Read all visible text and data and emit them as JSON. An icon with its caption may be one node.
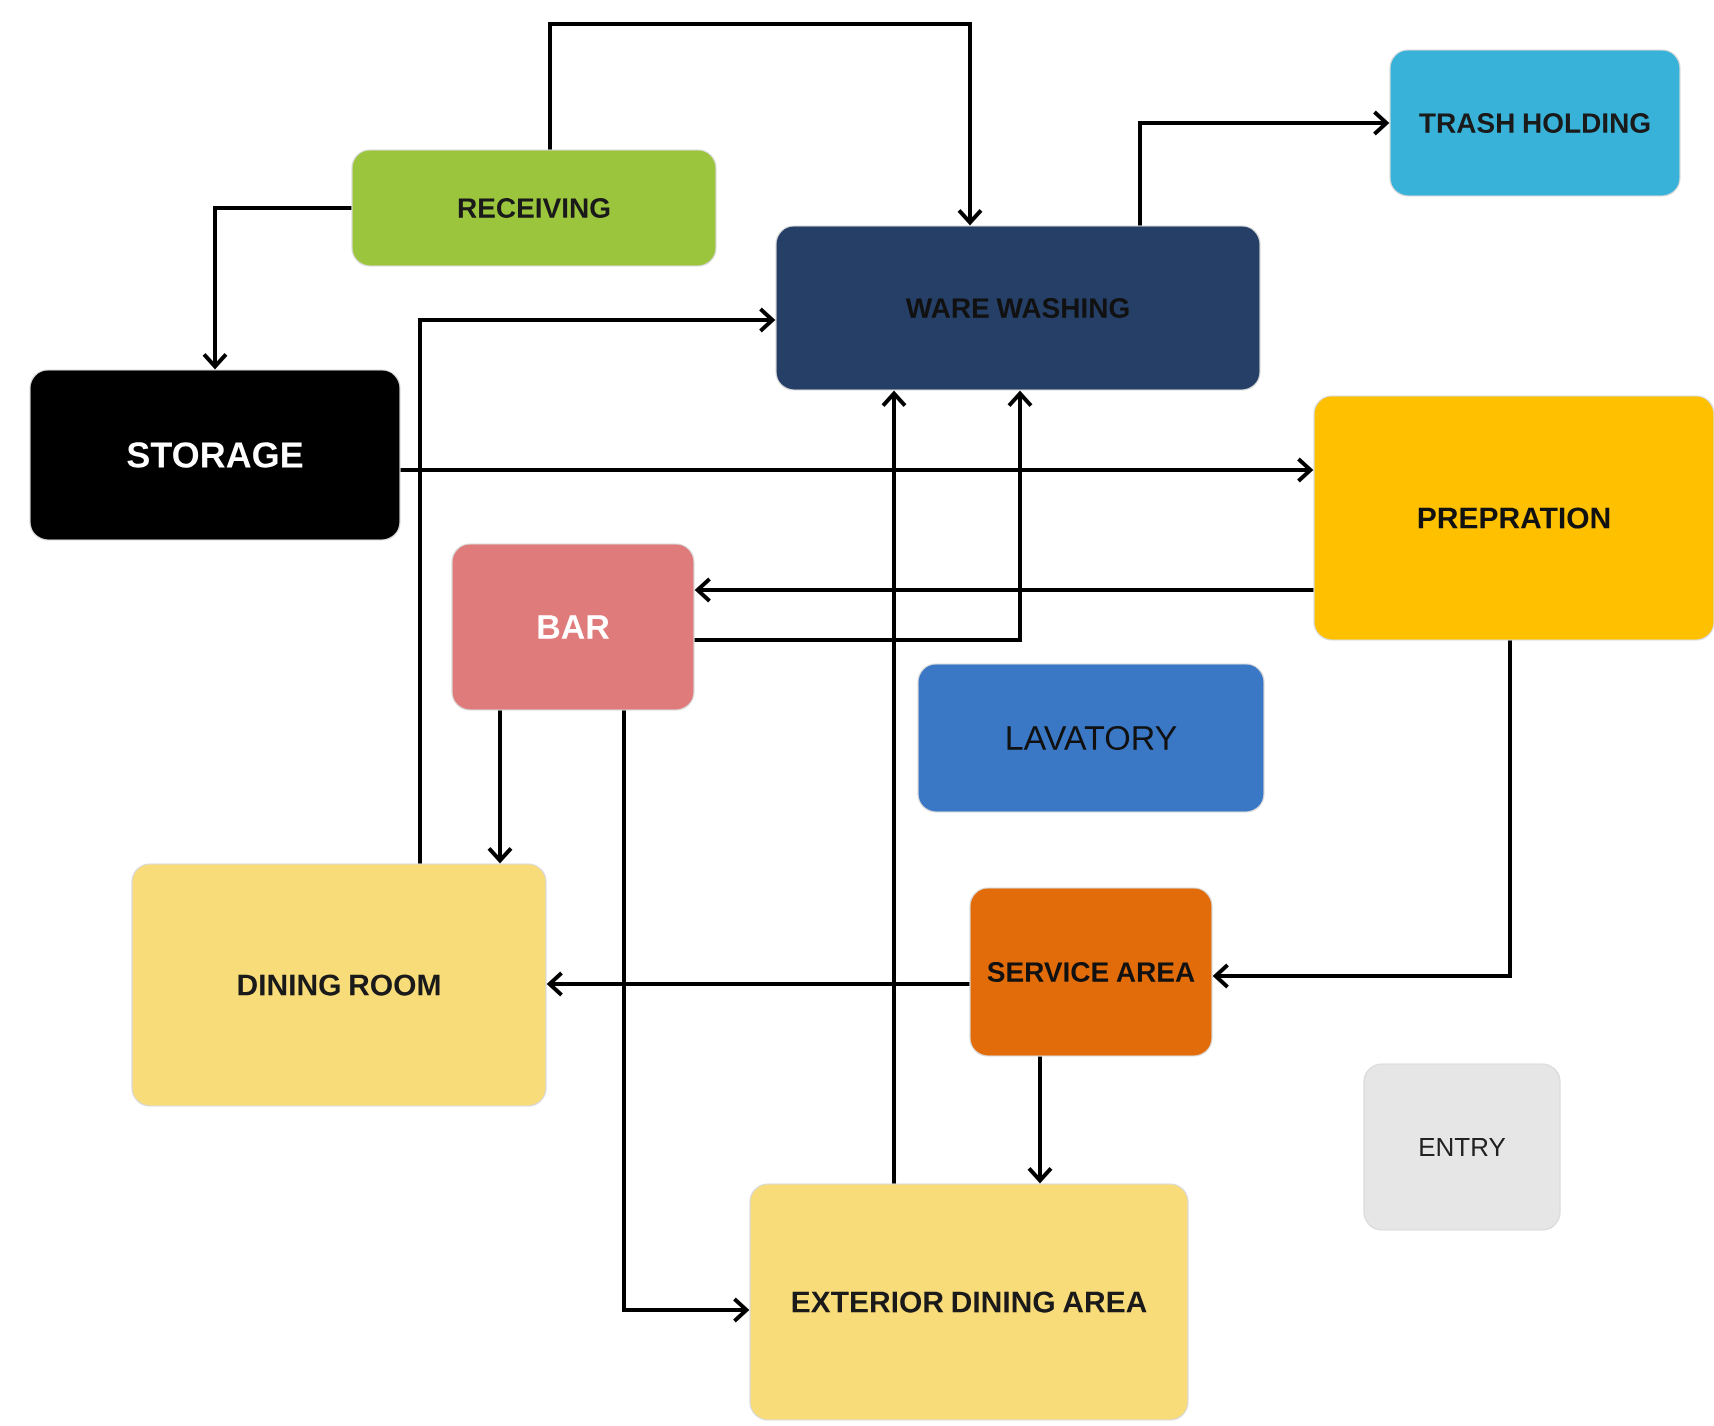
{
  "diagram": {
    "nodes": [
      {
        "text": [
          "RECEIVING"
        ]
      },
      {
        "text": [
          "WARE WASHING"
        ]
      },
      {
        "text": [
          "TRASH HOLDING"
        ]
      },
      {
        "text": [
          "STORAGE"
        ]
      },
      {
        "text": [
          "PREPRATION"
        ]
      },
      {
        "text": [
          "BAR"
        ]
      },
      {
        "text": [
          "LAVATORY"
        ]
      },
      {
        "text": [
          "DINING ROOM"
        ]
      },
      {
        "text": [
          "SERVICE AREA"
        ]
      },
      {
        "text": [
          "ENTRY"
        ]
      },
      {
        "text": [
          "EXTERIOR DINING AREA"
        ]
      }
    ],
    "edges": [
      {
        "from": 0,
        "to": 3,
        "arrow": "to"
      },
      {
        "from": 0,
        "to": 1,
        "arrow": "to"
      },
      {
        "from": 1,
        "to": 2,
        "arrow": "to"
      },
      {
        "from": 3,
        "to": 4,
        "arrow": "to"
      },
      {
        "from": 4,
        "to": 5,
        "arrow": "to"
      },
      {
        "from": 5,
        "to": 1,
        "arrow": "to"
      },
      {
        "from": 5,
        "to": 7,
        "arrow": "to"
      },
      {
        "from": 5,
        "to": 10,
        "arrow": "to"
      },
      {
        "from": 7,
        "to": 1,
        "arrow": "to"
      },
      {
        "from": 4,
        "to": 8,
        "arrow": "to"
      },
      {
        "from": 8,
        "to": 7,
        "arrow": "to"
      },
      {
        "from": 8,
        "to": 10,
        "arrow": "to"
      },
      {
        "from": 10,
        "to": 1,
        "arrow": "to"
      }
    ]
  }
}
